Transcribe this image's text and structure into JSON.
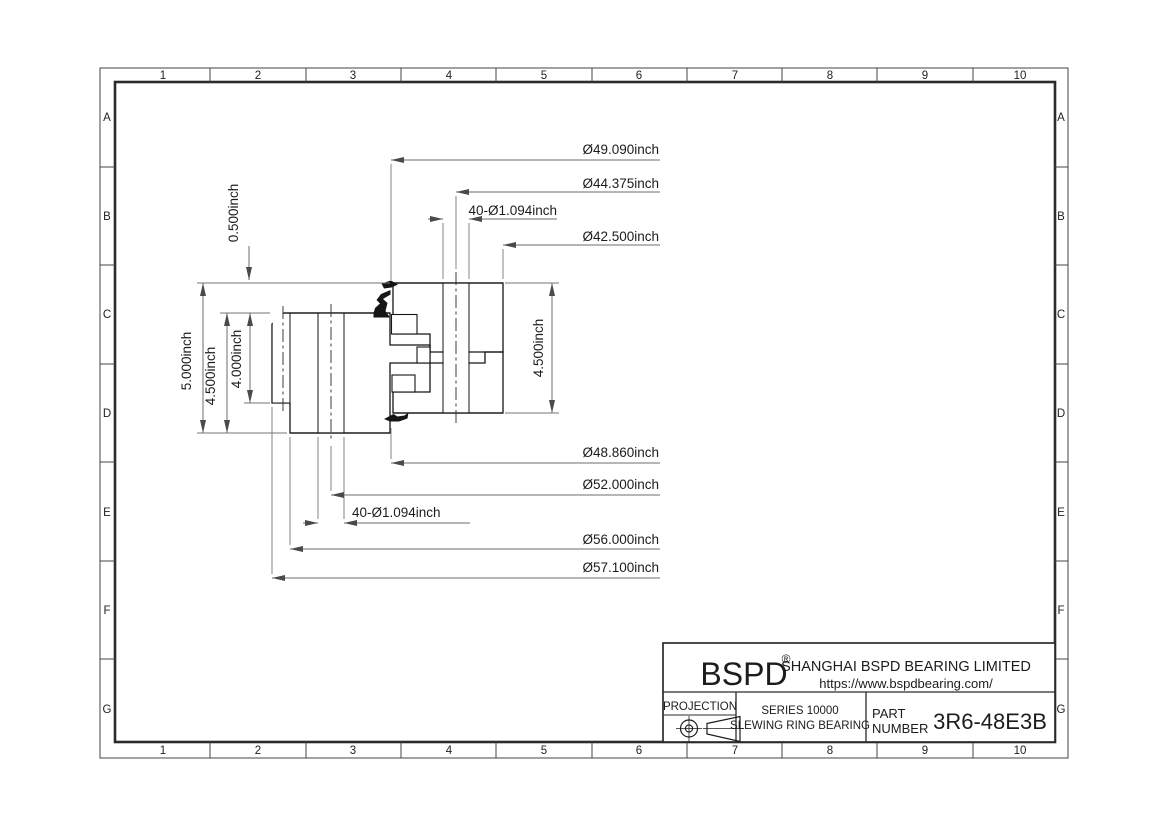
{
  "sheet": {
    "grid_columns": [
      "1",
      "2",
      "3",
      "4",
      "5",
      "6",
      "7",
      "8",
      "9",
      "10"
    ],
    "grid_rows": [
      "A",
      "B",
      "C",
      "D",
      "E",
      "F",
      "G"
    ]
  },
  "dims": {
    "seal_od_top": "Ø49.090inch",
    "outer_bolt_circle": "Ø44.375inch",
    "outer_holes": "40-Ø1.094inch",
    "outer_bore": "Ø42.500inch",
    "seal_od_bottom": "Ø48.860inch",
    "inner_bolt_circle": "Ø52.000inch",
    "inner_holes": "40-Ø1.094inch",
    "inner_step_diameter": "Ø56.000inch",
    "outside_diameter": "Ø57.100inch",
    "top_offset": "0.500inch",
    "overall_height": "5.000inch",
    "inner_ring_height": "4.500inch",
    "gear_face_height": "4.000inch",
    "outer_ring_height": "4.500inch"
  },
  "title_block": {
    "logo": "BSPD",
    "registered_mark": "®",
    "company": "SHANGHAI BSPD BEARING LIMITED",
    "website": "https://www.bspdbearing.com/",
    "projection_label": "PROJECTION",
    "series_line1": "SERIES 10000",
    "series_line2": "SLEWING RING BEARING",
    "part_label_line1": "PART",
    "part_label_line2": "NUMBER",
    "part_number": "3R6-48E3B"
  },
  "icons": {
    "projection_symbol": "first-angle-projection-icon"
  },
  "colors": {
    "ink": "#1a1a1a",
    "dim_line": "#767676"
  }
}
